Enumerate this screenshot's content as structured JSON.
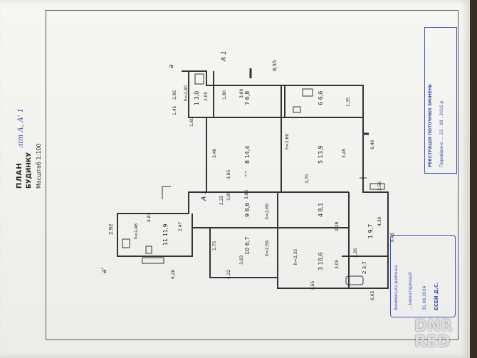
{
  "title": {
    "heading": "ПЛАН",
    "subheading": "БУДИНКУ",
    "scale": "Масштаб 1:100",
    "handwritten": "літ А, А' 1"
  },
  "rooms": [
    {
      "number": "1",
      "area": "3,0"
    },
    {
      "number": "7",
      "area": "6,8"
    },
    {
      "number": "6",
      "area": "6,6"
    },
    {
      "number": "8",
      "area": "14,4"
    },
    {
      "number": "5",
      "area": "13,9"
    },
    {
      "number": "9",
      "area": "8,6"
    },
    {
      "number": "4",
      "area": "8,1"
    },
    {
      "number": "11",
      "area": "11,9"
    },
    {
      "number": "10",
      "area": "6,7"
    },
    {
      "number": "3",
      "area": "10,6"
    },
    {
      "number": "1",
      "area": "9,7"
    },
    {
      "number": "2",
      "area": "3,7"
    }
  ],
  "heights": [
    "h=2,40",
    "h=2,60",
    "h=2,60",
    "h=2,46",
    "h=2,35",
    "h=2,59"
  ],
  "dimensions": [
    "8,55",
    "3,80",
    "3,86",
    "3,85",
    "3,70",
    "3,40",
    "3,45",
    "2,92",
    "4,83",
    "2,47",
    "2,28",
    "6,20",
    "4,22",
    "3,83",
    "3,85",
    "3,65",
    "6,65",
    "6,40",
    "6,45",
    "4,30",
    "2,56",
    "2,95",
    "1,45",
    "1,80",
    "1,60",
    "1,75",
    "1,35",
    "2,25",
    "2,05",
    "3,05",
    "2,26"
  ],
  "labels": {
    "a": "а",
    "a1": "а'",
    "lit_a1_top": "А 1",
    "lit_a1_mid": "А 1"
  },
  "stamp_update": {
    "title": "РЕЄСТРАЦІЯ ПОТОЧНИХ ЗМІНЕНЬ",
    "line": "Перевірено ... 23 . 08 . 2016 р."
  },
  "stamp_bti": {
    "line1": "Акимівська районна",
    "line2": "... інвентаризації",
    "signed": "ЕСЕЙ Д.С.",
    "date": "31.08.2024"
  },
  "watermark": {
    "line1": "DNR",
    "line2": "RED"
  },
  "colors": {
    "ink": "#333333",
    "stamp": "#3d55b8",
    "handwriting": "#3f4fa8"
  }
}
